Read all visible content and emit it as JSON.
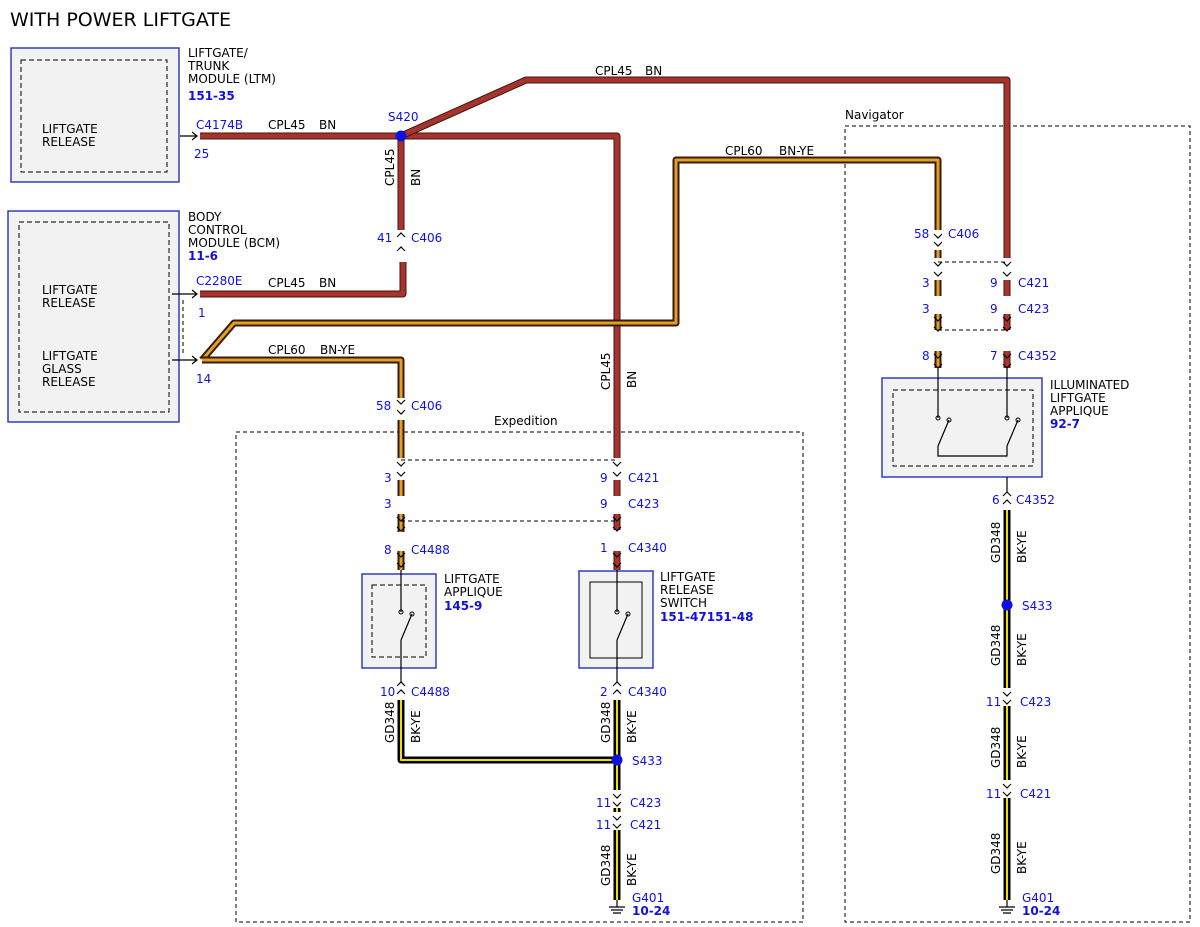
{
  "title": "WITH POWER LIFTGATE",
  "colors": {
    "bn": "#a8322d",
    "bn_ye": "#e0a020",
    "bk_ye": "#000000",
    "link": "#1010e0",
    "box_border": "#3040c0"
  },
  "regions": {
    "expedition": "Expedition",
    "navigator": "Navigator"
  },
  "modules": {
    "ltm": {
      "name": "LIFTGATE/\nTRUNK\nMODULE (LTM)",
      "ref": "151-35",
      "pin_label": "LIFTGATE\nRELEASE"
    },
    "bcm": {
      "name": "BODY\nCONTROL\nMODULE (BCM)",
      "ref": "11-6",
      "pin1_label": "LIFTGATE\nRELEASE",
      "pin2_label": "LIFTGATE\nGLASS\nRELEASE"
    },
    "applique": {
      "name": "LIFTGATE\nAPPLIQUE",
      "ref": "145-9"
    },
    "release_switch": {
      "name": "LIFTGATE\nRELEASE\nSWITCH",
      "ref": "151-47151-48"
    },
    "illuminated": {
      "name": "ILLUMINATED\nLIFTGATE\nAPPLIQUE",
      "ref": "92-7"
    }
  },
  "circuits": {
    "cpl45": "CPL45",
    "cpl60": "CPL60",
    "gd348": "GD348"
  },
  "wire_colors": {
    "bn": "BN",
    "bn_ye": "BN-YE",
    "bk_ye": "BK-YE"
  },
  "connectors": {
    "c4174b": "C4174B",
    "c2280e": "C2280E",
    "c406": "C406",
    "c421": "C421",
    "c423": "C423",
    "c4352": "C4352",
    "c4488": "C4488",
    "c4340": "C4340"
  },
  "splices": {
    "s420": "S420",
    "s433": "S433"
  },
  "grounds": {
    "g401": "G401",
    "g401_ref": "10-24"
  },
  "pins": {
    "p25": "25",
    "p1": "1",
    "p14": "14",
    "p41": "41",
    "p58": "58",
    "p3": "3",
    "p9": "9",
    "p8": "8",
    "p7": "7",
    "p6": "6",
    "p11": "11",
    "p10": "10",
    "p2": "2"
  }
}
